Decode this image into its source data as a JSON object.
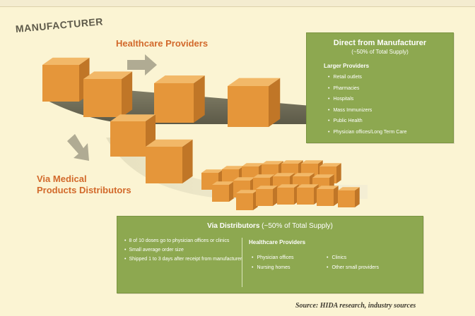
{
  "manufacturer_label": "MANUFACTURER",
  "healthcare_providers_label": "Healthcare Providers",
  "distributors_label": [
    "Via Medical",
    "Products Distributors"
  ],
  "direct_box": {
    "title": "Direct from Manufacturer",
    "subtitle": "(~50% of Total Supply)",
    "section": "Larger Providers",
    "items": [
      "Retail outlets",
      "Pharmacies",
      "Hospitals",
      "Mass Immunizers",
      "Public Health",
      "Physician offices/Long Term Care"
    ]
  },
  "distributors_box": {
    "title": "Via Distributors",
    "subtitle": "(~50% of Total Supply)",
    "left_items": [
      "8 of 10 doses go to physician offices or clinics",
      "Small average order size",
      "Shipped 1 to 3 days after receipt from manufacturer"
    ],
    "section": "Healthcare Providers",
    "col1_items": [
      "Physician offices",
      "Nursing homes"
    ],
    "col2_items": [
      "Clinics",
      "Other small providers"
    ]
  },
  "source": "Source: HIDA research, industry sources",
  "colors": {
    "background": "#fbf4d3",
    "panel_green": "#8da850",
    "label_orange": "#d2692b",
    "box_orange": "#e5963a",
    "belt_dark": "#5a5844"
  },
  "icons": [
    "box-icon",
    "arrow-right-icon",
    "arrow-down-icon"
  ]
}
